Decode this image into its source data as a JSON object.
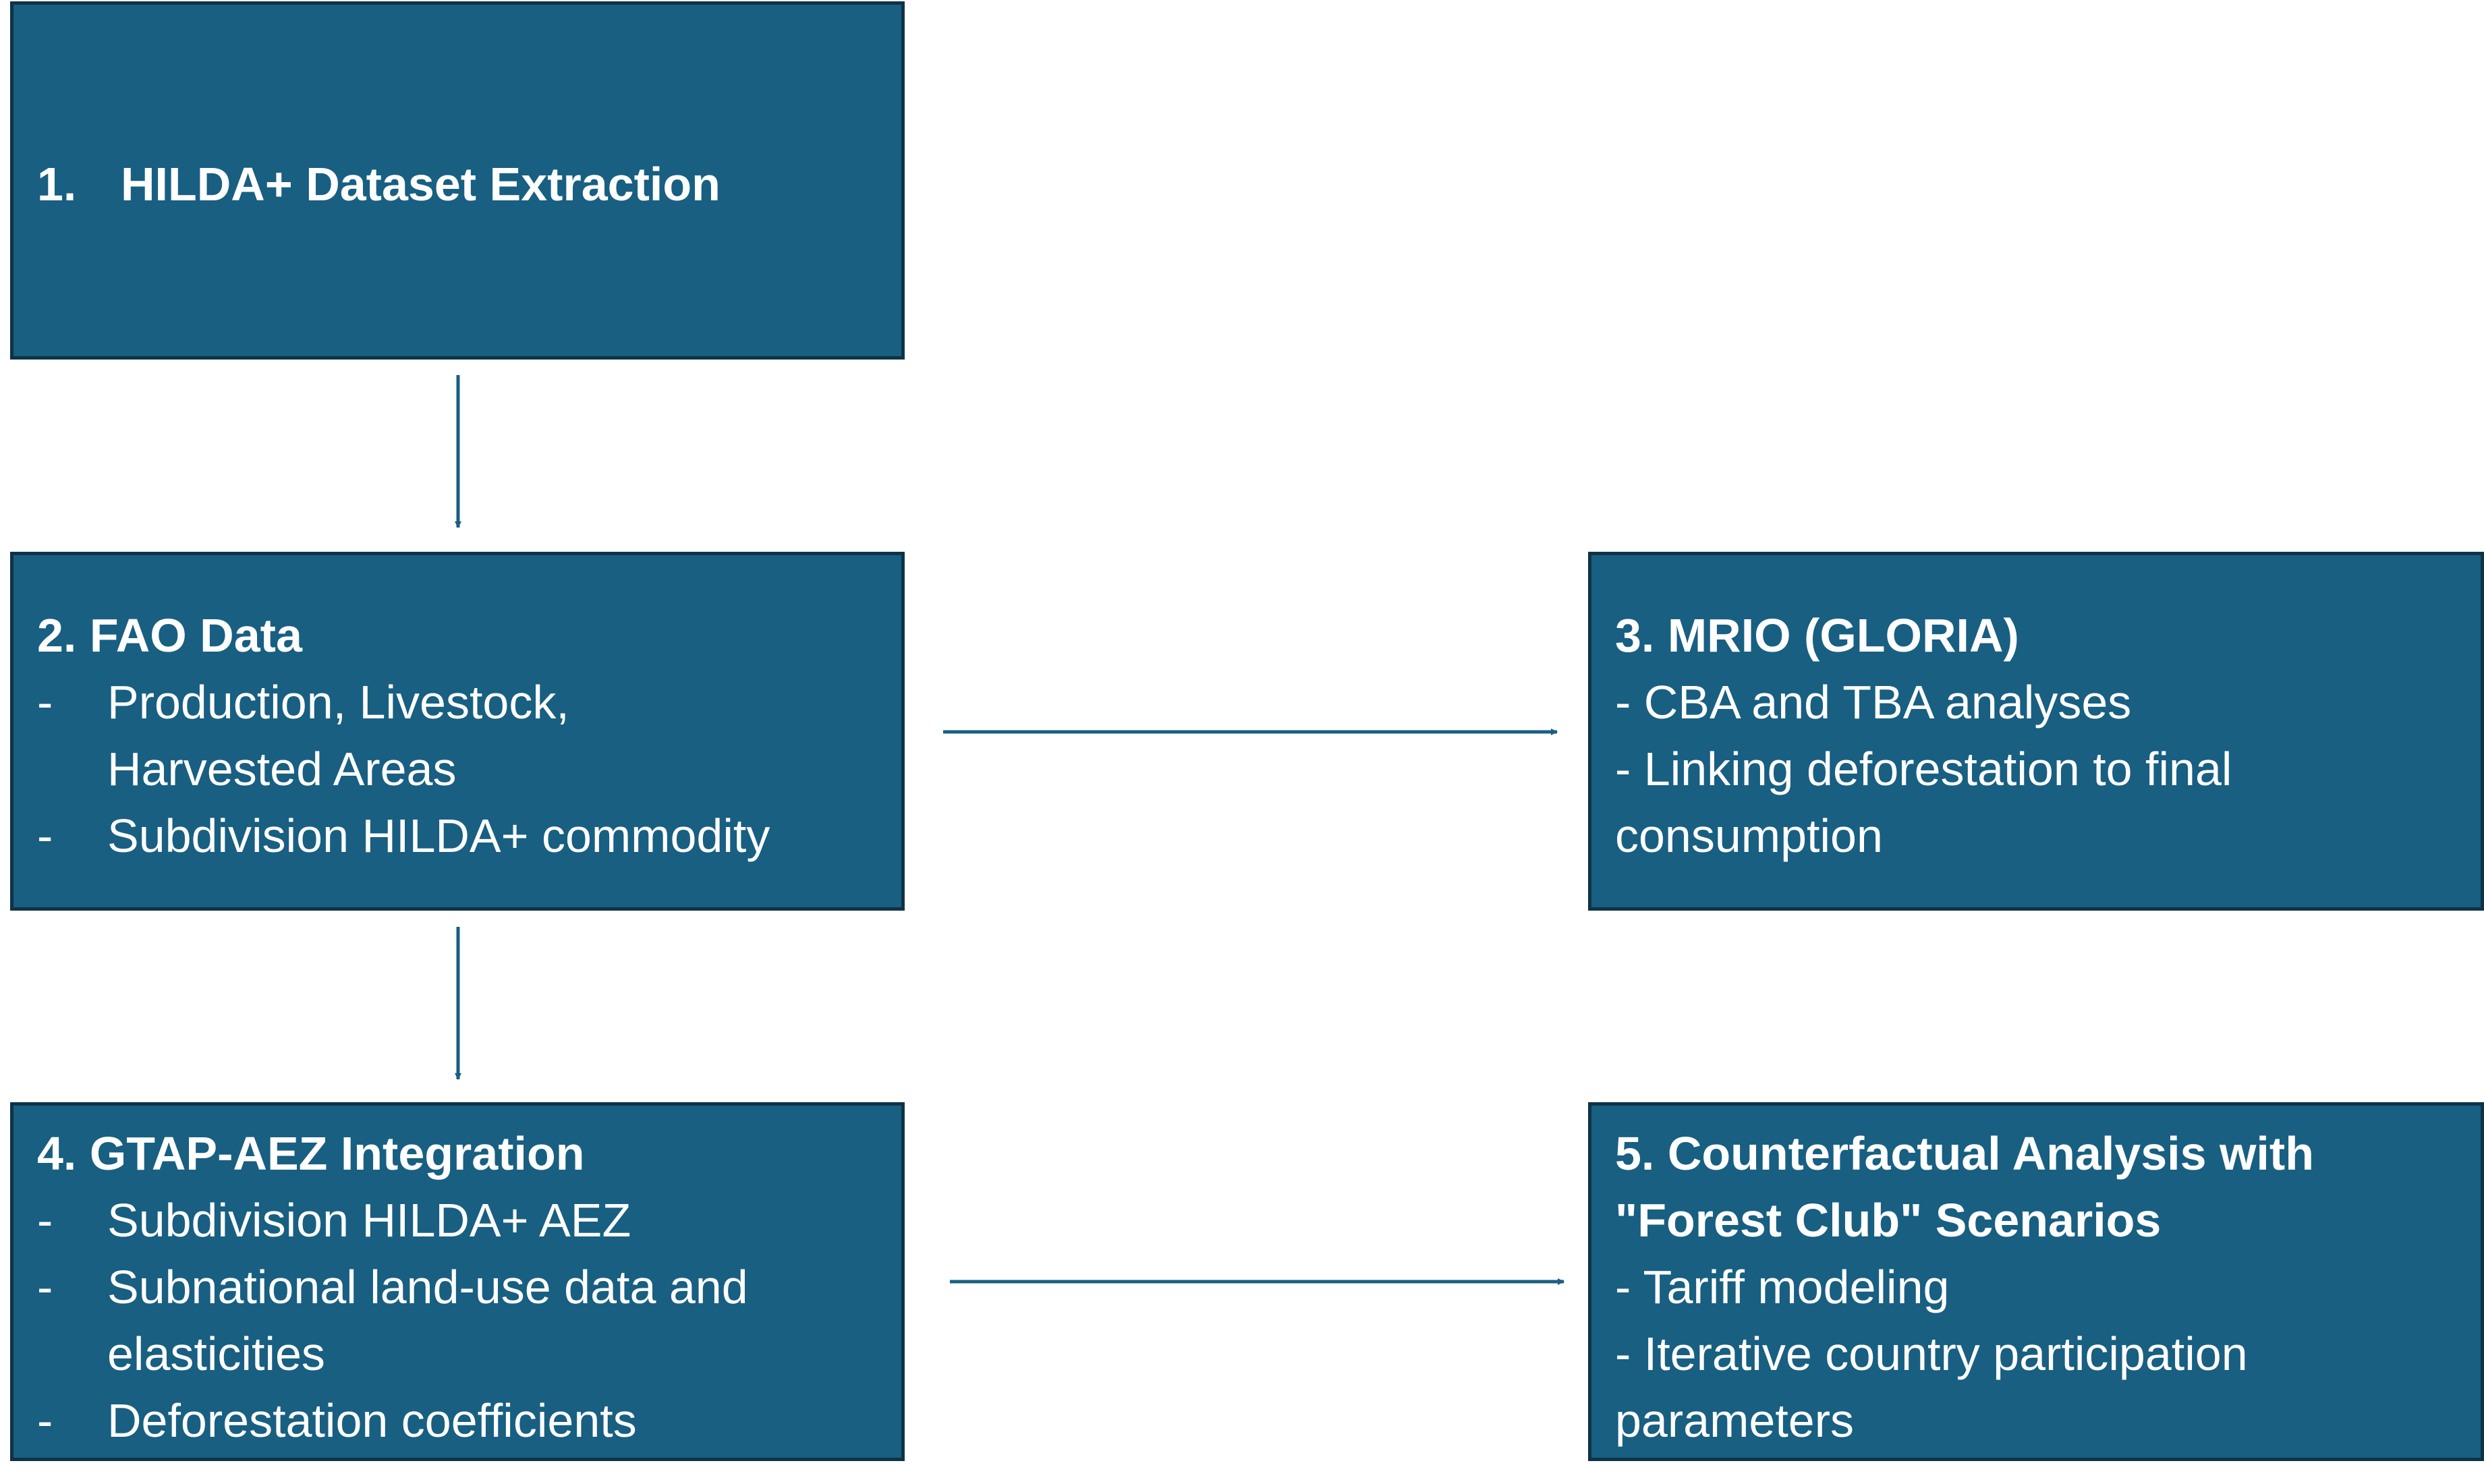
{
  "colors": {
    "box_fill": "#185f82",
    "box_border": "#0f3345",
    "arrow": "#185f82",
    "text": "#ffffff"
  },
  "boxes": {
    "hilda": {
      "number": "1.",
      "title": "HILDA+ Dataset Extraction"
    },
    "fao": {
      "title": "2. FAO Data",
      "items": [
        {
          "marker": "-",
          "lines": [
            "Production, Livestock,",
            "Harvested Areas"
          ]
        },
        {
          "marker": "-",
          "lines": [
            "Subdivision HILDA+ commodity"
          ]
        }
      ]
    },
    "mrio": {
      "title": "3. MRIO (GLORIA)",
      "lines": [
        "- CBA and TBA analyses",
        "- Linking deforestation to final",
        "consumption"
      ]
    },
    "gtap": {
      "title": "4. GTAP-AEZ Integration",
      "items": [
        {
          "marker": "-",
          "lines": [
            "Subdivision HILDA+ AEZ"
          ]
        },
        {
          "marker": "-",
          "lines": [
            "Subnational land-use data and",
            "elasticities"
          ]
        },
        {
          "marker": "-",
          "lines": [
            "Deforestation coefficients"
          ]
        }
      ]
    },
    "counterfactual": {
      "title_lines": [
        "5. Counterfactual Analysis with",
        "\"Forest Club\" Scenarios"
      ],
      "lines": [
        "- Tariff modeling",
        "- Iterative country  participation",
        "parameters"
      ]
    }
  },
  "connections": [
    {
      "from": "hilda",
      "to": "fao"
    },
    {
      "from": "fao",
      "to": "mrio"
    },
    {
      "from": "fao",
      "to": "gtap"
    },
    {
      "from": "gtap",
      "to": "counterfactual"
    }
  ]
}
